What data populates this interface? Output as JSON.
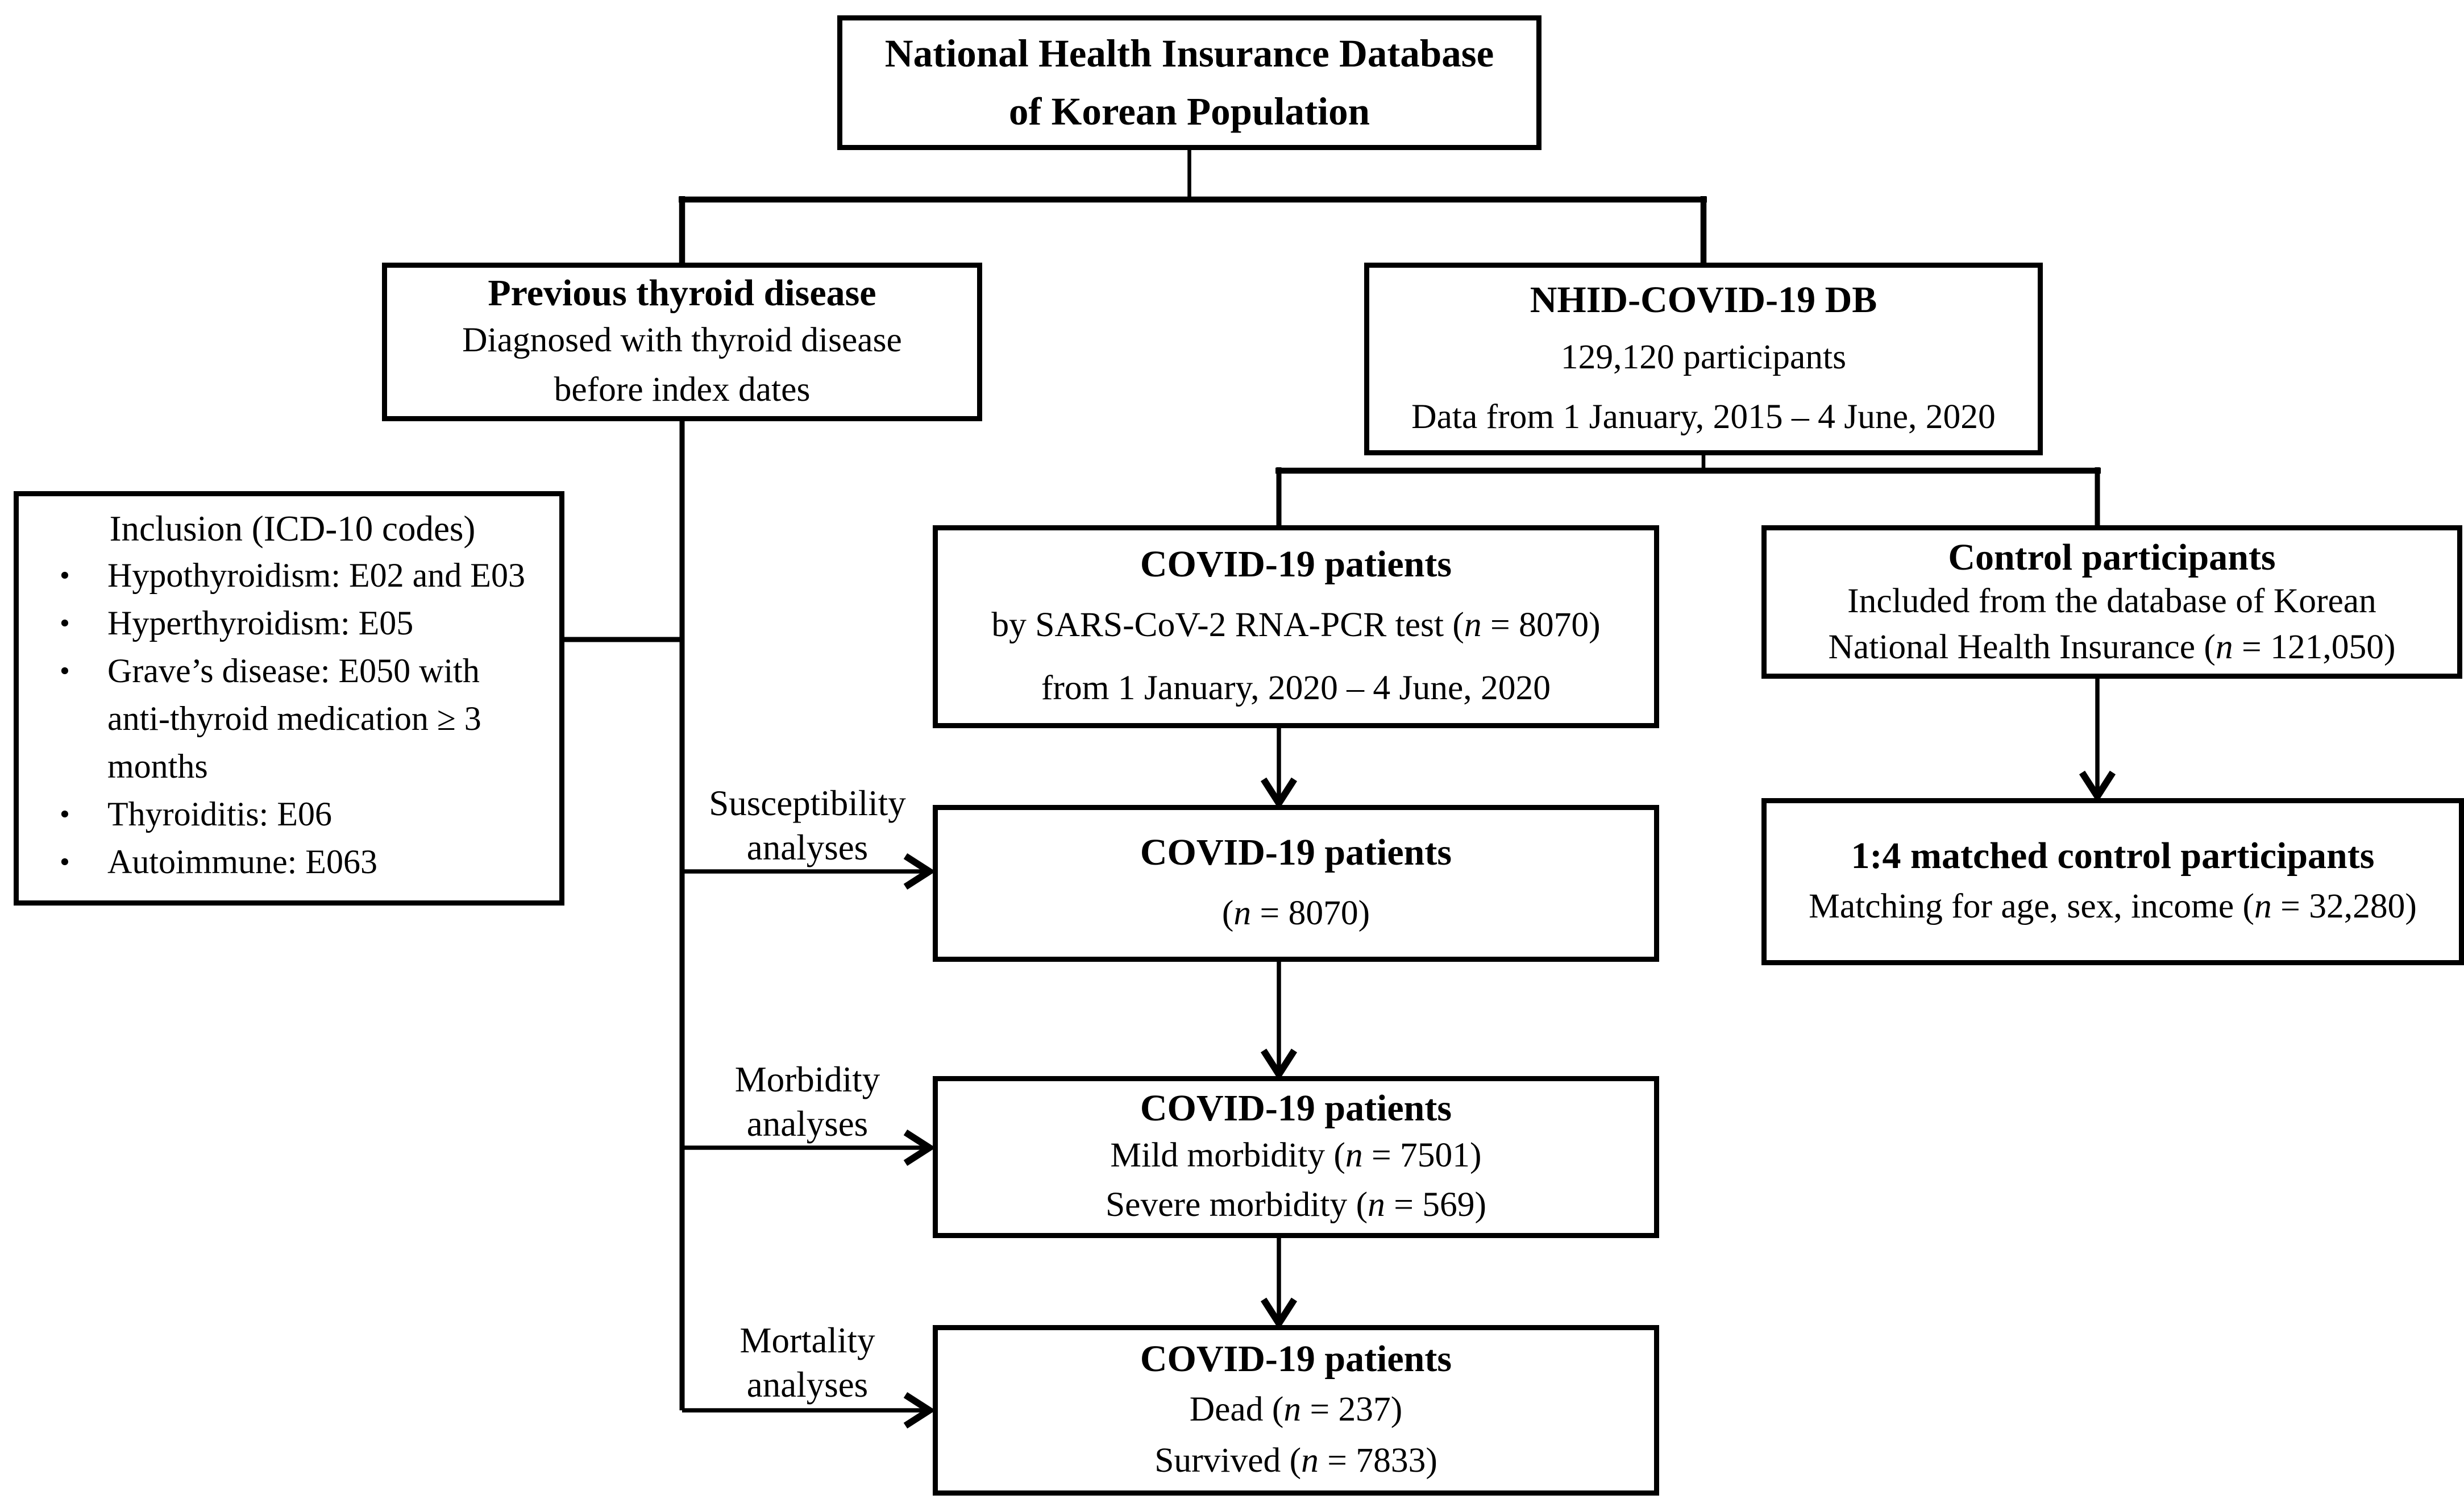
{
  "colors": {
    "line": "#000000",
    "background": "#ffffff",
    "text": "#000000"
  },
  "boxes": {
    "top": {
      "title_lines": [
        "National Health Insurance Database",
        "of Korean Population"
      ]
    },
    "prev": {
      "title_lines": [
        "Previous thyroid disease"
      ],
      "lines": [
        "Diagnosed with thyroid disease",
        "before index dates"
      ]
    },
    "nhid": {
      "title_lines": [
        "NHID-COVID-19 DB"
      ],
      "lines": [
        "129,120 participants",
        "Data from 1 January, 2015 – 4 June, 2020"
      ]
    },
    "incl": {
      "heading": "Inclusion (ICD-10 codes)",
      "bullets": [
        {
          "lines": [
            "Hypothyroidism: E02 and E03"
          ]
        },
        {
          "lines": [
            "Hyperthyroidism: E05"
          ]
        },
        {
          "lines": [
            "Grave’s disease: E050 with",
            "anti-thyroid medication ≥ 3",
            "months"
          ]
        },
        {
          "lines": [
            "Thyroiditis: E06"
          ]
        },
        {
          "lines": [
            "Autoimmune: E063"
          ]
        }
      ]
    },
    "covid1": {
      "title_lines": [
        "COVID-19 patients"
      ],
      "lines": [
        "by SARS-CoV-2 RNA-PCR test (n = 8070)",
        "from 1 January, 2020 – 4 June, 2020"
      ]
    },
    "control": {
      "title_lines": [
        "Control participants"
      ],
      "lines": [
        "Included from the database of Korean",
        "National Health Insurance (n = 121,050)"
      ]
    },
    "covid2": {
      "title_lines": [
        "COVID-19 patients"
      ],
      "lines": [
        "(n = 8070)"
      ]
    },
    "matched": {
      "title_lines": [
        "1:4 matched control participants"
      ],
      "lines": [
        "Matching for age, sex, income (n = 32,280)"
      ]
    },
    "morb": {
      "title_lines": [
        "COVID-19 patients"
      ],
      "lines": [
        "Mild morbidity (n = 7501)",
        "Severe morbidity (n = 569)"
      ]
    },
    "mort": {
      "title_lines": [
        "COVID-19 patients"
      ],
      "lines": [
        "Dead (n = 237)",
        "Survived (n = 7833)"
      ]
    }
  },
  "labels": {
    "susceptibility": [
      "Susceptibility",
      "analyses"
    ],
    "morbidity": [
      "Morbidity",
      "analyses"
    ],
    "mortality": [
      "Mortality",
      "analyses"
    ]
  }
}
